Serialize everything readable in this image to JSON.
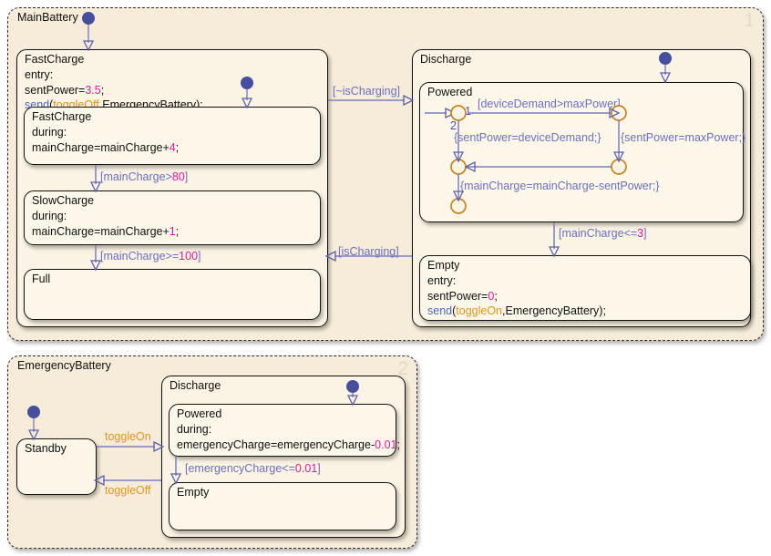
{
  "charts": [
    {
      "name": "MainBattery",
      "corner": "1",
      "states": {
        "fastcharge_super": {
          "name": "FastCharge",
          "body": "entry:\nsentPower=3.5;\nsend(toggleOff,EmergencyBattery);"
        },
        "fastcharge": {
          "name": "FastCharge",
          "body": "during:\nmainCharge=mainCharge+4;"
        },
        "slowcharge": {
          "name": "SlowCharge",
          "body": "during:\nmainCharge=mainCharge+1;"
        },
        "full": {
          "name": "Full",
          "body": ""
        },
        "discharge": {
          "name": "Discharge",
          "body": ""
        },
        "powered": {
          "name": "Powered",
          "body": ""
        },
        "empty": {
          "name": "Empty",
          "body": "entry:\nsentPower=0;\nsend(toggleOn,EmergencyBattery);"
        }
      },
      "transitions": {
        "fast_to_slow": "[mainCharge>80]",
        "slow_to_full": "[mainCharge>=100]",
        "charge_to_discharge": "[~isCharging]",
        "discharge_to_charge": "[isCharging]",
        "powered_to_empty": "[mainCharge<=3]",
        "junction_cond": "[deviceDemand>maxPower]",
        "action_device_demand": "{sentPower=deviceDemand;}",
        "action_max_power": "{sentPower=maxPower;}",
        "action_main_charge": "{mainCharge=mainCharge-sentPower;}",
        "order_1": "1",
        "order_2": "2"
      }
    },
    {
      "name": "EmergencyBattery",
      "corner": "2",
      "states": {
        "standby": {
          "name": "Standby",
          "body": ""
        },
        "discharge": {
          "name": "Discharge",
          "body": ""
        },
        "powered": {
          "name": "Powered",
          "body": "during:\nemergencyCharge=emergencyCharge-0.01;"
        },
        "empty": {
          "name": "Empty",
          "body": ""
        }
      },
      "transitions": {
        "toggle_on": "toggleOn",
        "toggle_off": "toggleOff",
        "powered_to_empty": "[emergencyCharge<=0.01]"
      }
    }
  ],
  "colors": {
    "chart_bg": "#f6ecd9",
    "state_bg": "#fbf3e3",
    "transition": "#7b7fc0",
    "condition_text": "#6b6fbe",
    "event_text": "#e0951f",
    "number_text": "#e617a0",
    "keyword_text": "#4a6bbf",
    "junction_ring": "#c8821e",
    "default_dot": "#454f9e",
    "corner_num": "#e3dac4"
  }
}
